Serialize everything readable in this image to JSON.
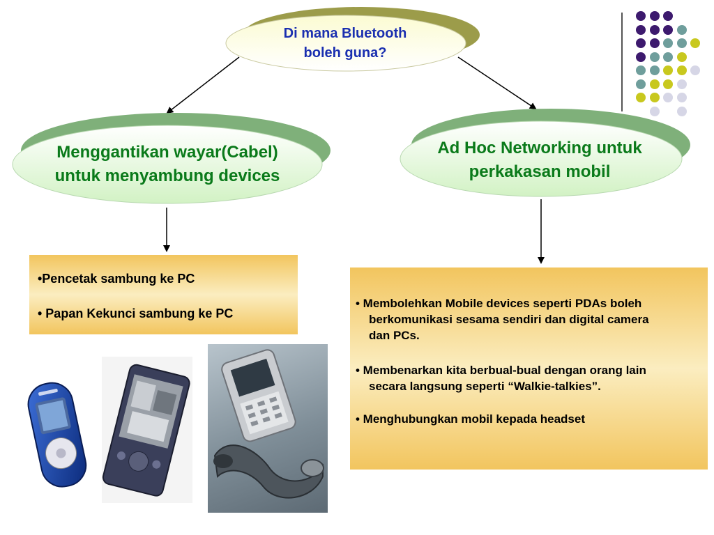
{
  "top_ellipse": {
    "text_line1": "Di mana Bluetooth",
    "text_line2": "boleh guna?"
  },
  "left_ellipse": {
    "text_line1": "Menggantikan wayar(Cabel)",
    "text_line2": "untuk menyambung devices"
  },
  "right_ellipse": {
    "text_line1": "Ad Hoc Networking untuk",
    "text_line2": "perkakasan mobil"
  },
  "left_box": {
    "items": [
      "•Pencetak sambung ke PC",
      "• Papan Kekunci sambung ke PC"
    ]
  },
  "right_box": {
    "items": [
      {
        "line1": "•  Membolehkan Mobile devices seperti PDAs boleh",
        "line2": "berkomunikasi sesama sendiri dan digital camera",
        "line3": "dan PCs."
      },
      {
        "line1": "•  Membenarkan kita berbual-bual dengan orang lain",
        "line2": "secara langsung seperti “Walkie-talkies”."
      },
      {
        "line1": "•  Menghubungkan mobil kepada headset"
      }
    ]
  },
  "colors": {
    "title_text": "#1a2fb0",
    "node_text": "#0a7a1a",
    "dot_purple": "#3d1a6e",
    "dot_teal": "#6f9e9c",
    "dot_yellow": "#c8c81e",
    "dot_lavender": "#d6d6e6"
  },
  "images": [
    {
      "icon": "nokia-phone-icon"
    },
    {
      "icon": "pda-device-icon"
    },
    {
      "icon": "phone-and-headset-photo"
    }
  ]
}
